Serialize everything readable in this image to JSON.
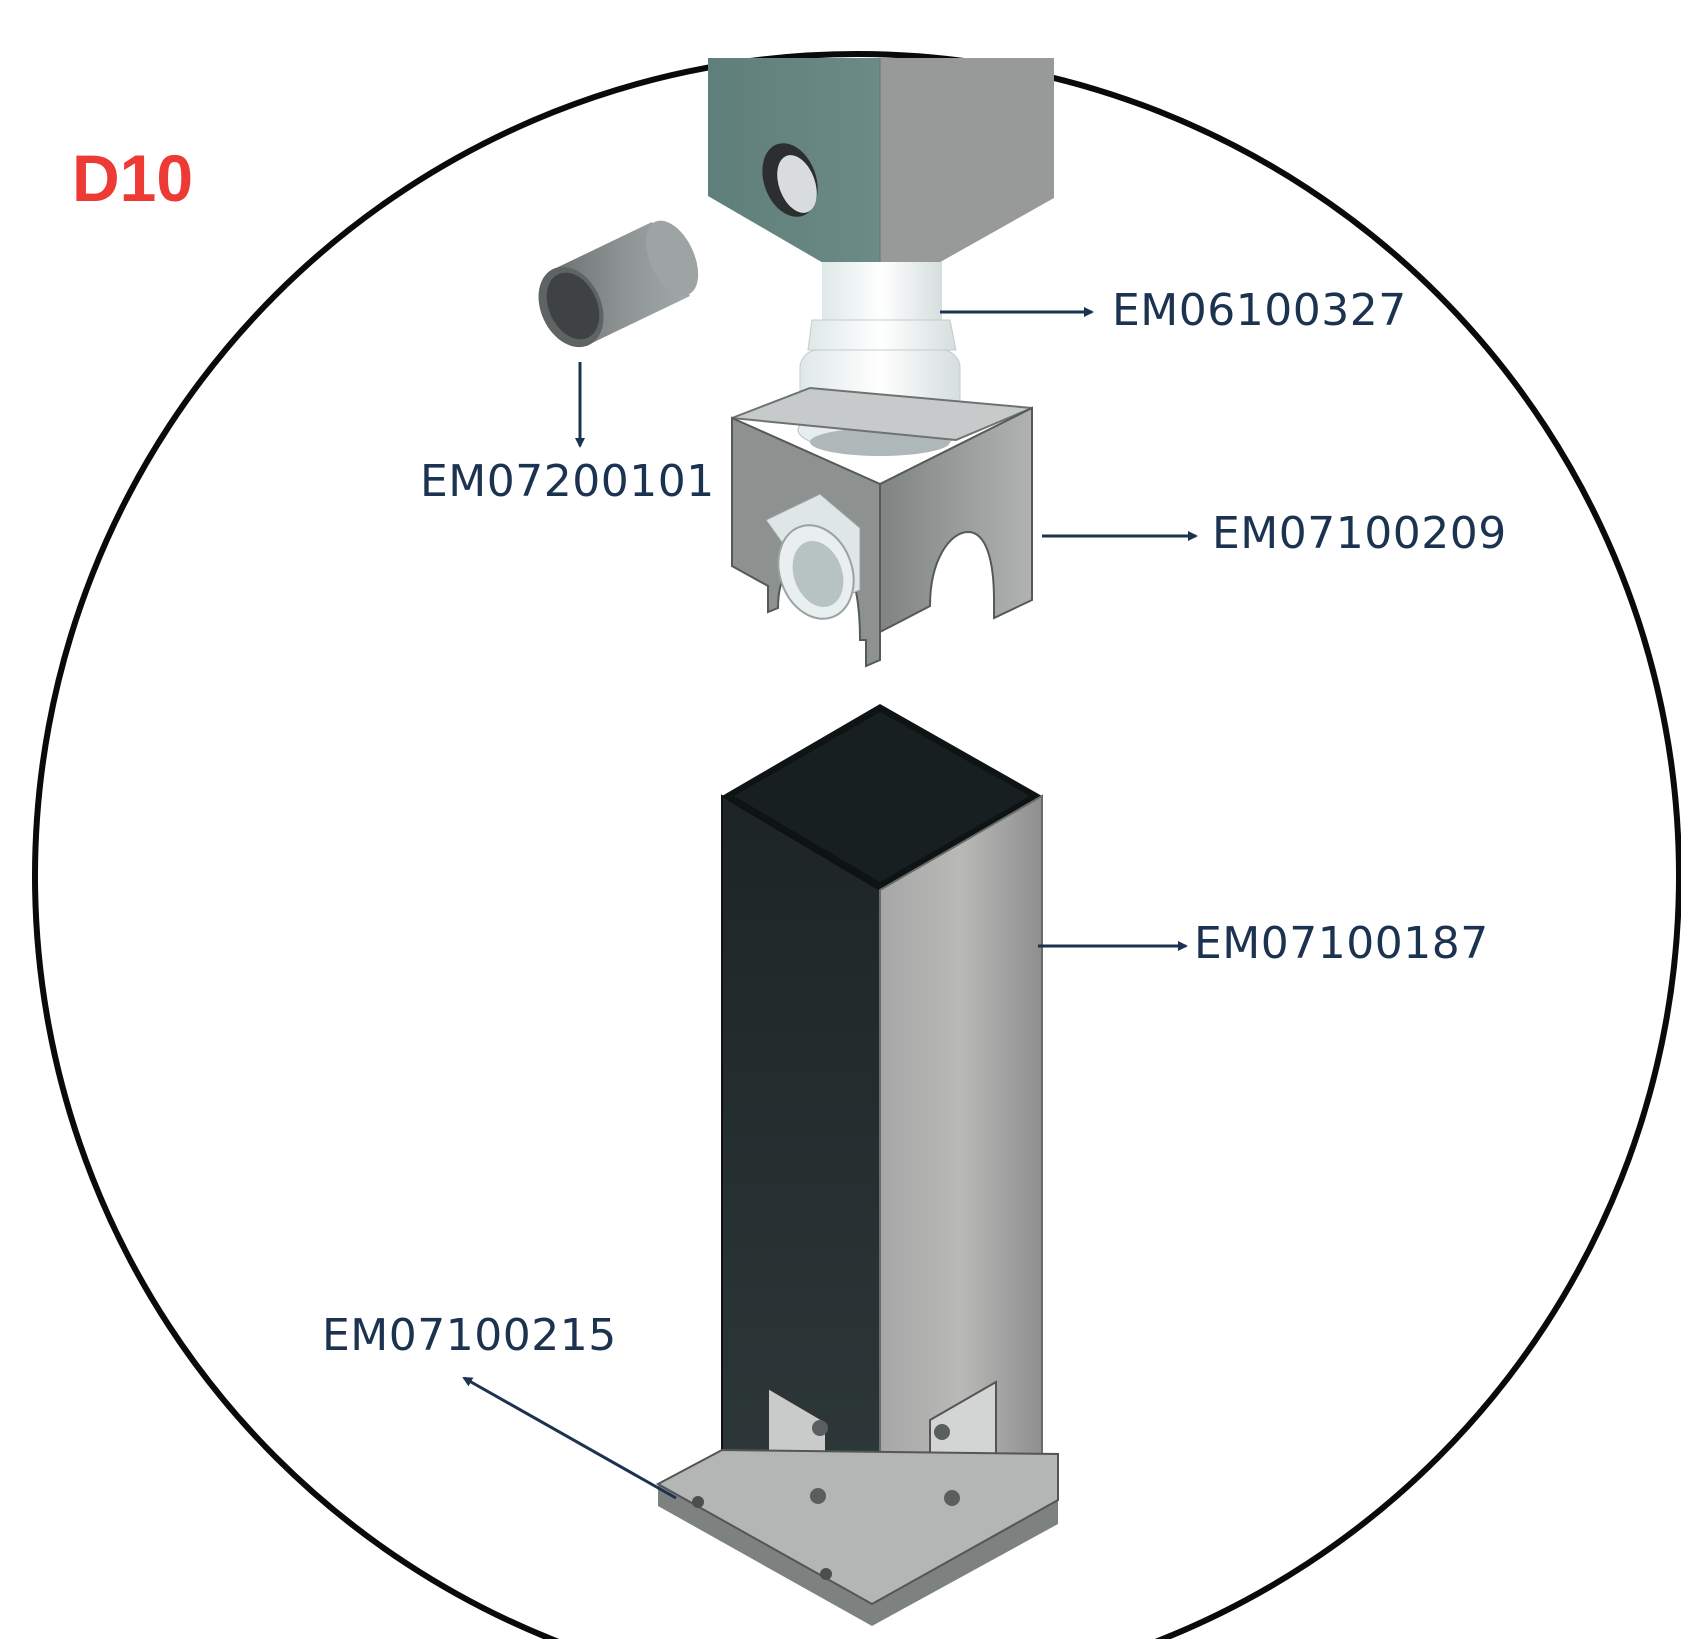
{
  "page_label": "D10",
  "colors": {
    "label_text": "#1b3350",
    "page_label": "#ee3a35",
    "outline": "#0a0a0a"
  },
  "parts": [
    {
      "code": "EM06100327",
      "component": "white-pipe-connector"
    },
    {
      "code": "EM07200101",
      "component": "grey-pipe-sleeve"
    },
    {
      "code": "EM07100209",
      "component": "u-bracket-with-outlet"
    },
    {
      "code": "EM07100187",
      "component": "square-post-housing"
    },
    {
      "code": "EM07100215",
      "component": "base-plate"
    }
  ]
}
